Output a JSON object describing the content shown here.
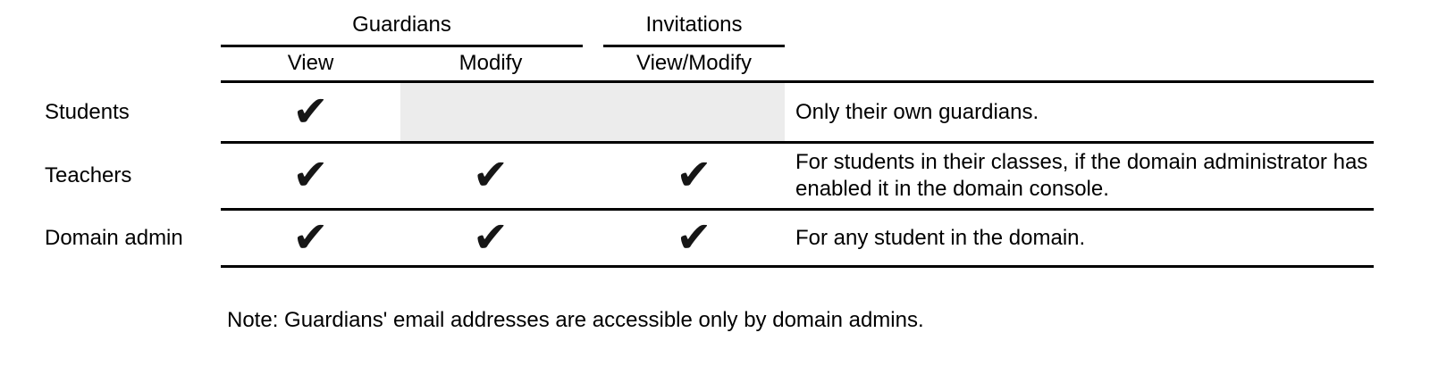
{
  "colors": {
    "text": "#000000",
    "rule": "#000000",
    "check": "#161616",
    "disabled-cell": "#ececec",
    "background": "#ffffff"
  },
  "icons": {
    "check": "✔"
  },
  "table": {
    "groups": [
      {
        "label": "Guardians"
      },
      {
        "label": "Invitations"
      }
    ],
    "columns": [
      {
        "label": "View"
      },
      {
        "label": "Modify"
      },
      {
        "label": "View/Modify"
      }
    ],
    "rows": [
      {
        "label": "Students",
        "checks": {
          "view": true,
          "modify": false,
          "view_modify": false
        },
        "note": "Only their own guardians."
      },
      {
        "label": "Teachers",
        "checks": {
          "view": true,
          "modify": true,
          "view_modify": true
        },
        "note": "For students in their classes, if the domain administrator has enabled it in the domain console."
      },
      {
        "label": "Domain admin",
        "checks": {
          "view": true,
          "modify": true,
          "view_modify": true
        },
        "note": "For any student in the domain."
      }
    ]
  },
  "footnote": "Note: Guardians' email addresses are accessible only by domain admins."
}
